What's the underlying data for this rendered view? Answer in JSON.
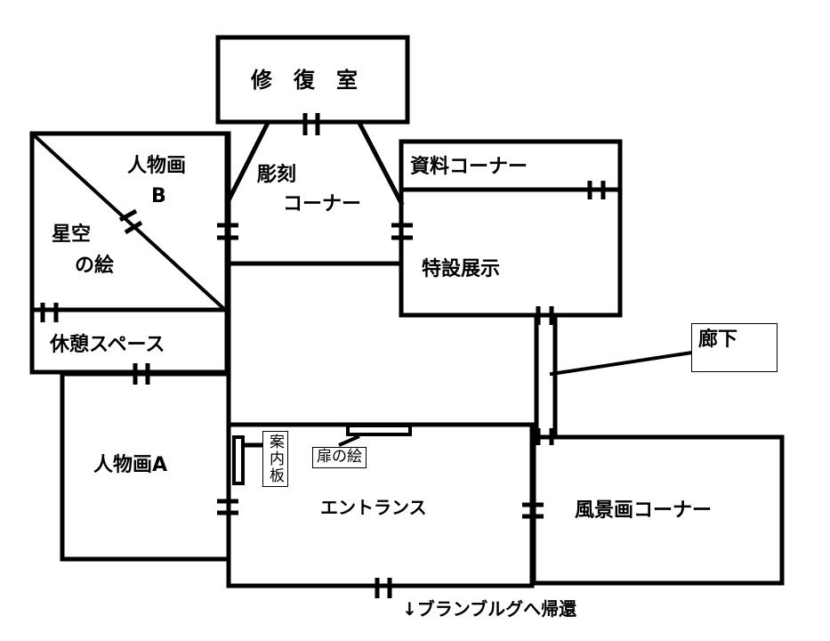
{
  "title": "Museum floor map",
  "rooms": {
    "restoration": "修　復　室",
    "sculpture_line1": "彫刻",
    "sculpture_line2": "コーナー",
    "portrait_b_line1": "人物画",
    "portrait_b_line2": "B",
    "starry_line1": "星空",
    "starry_line2": "の絵",
    "archive": "資料コーナー",
    "special": "特設展示",
    "rest_space": "休憩スペース",
    "portrait_a": "人物画A",
    "entrance": "エントランス",
    "landscape": "風景画コーナー",
    "corridor": "廊下"
  },
  "objects": {
    "info_board": "案内板",
    "door_painting": "扉の絵"
  },
  "exit_note": "↓ブランブルグへ帰還"
}
